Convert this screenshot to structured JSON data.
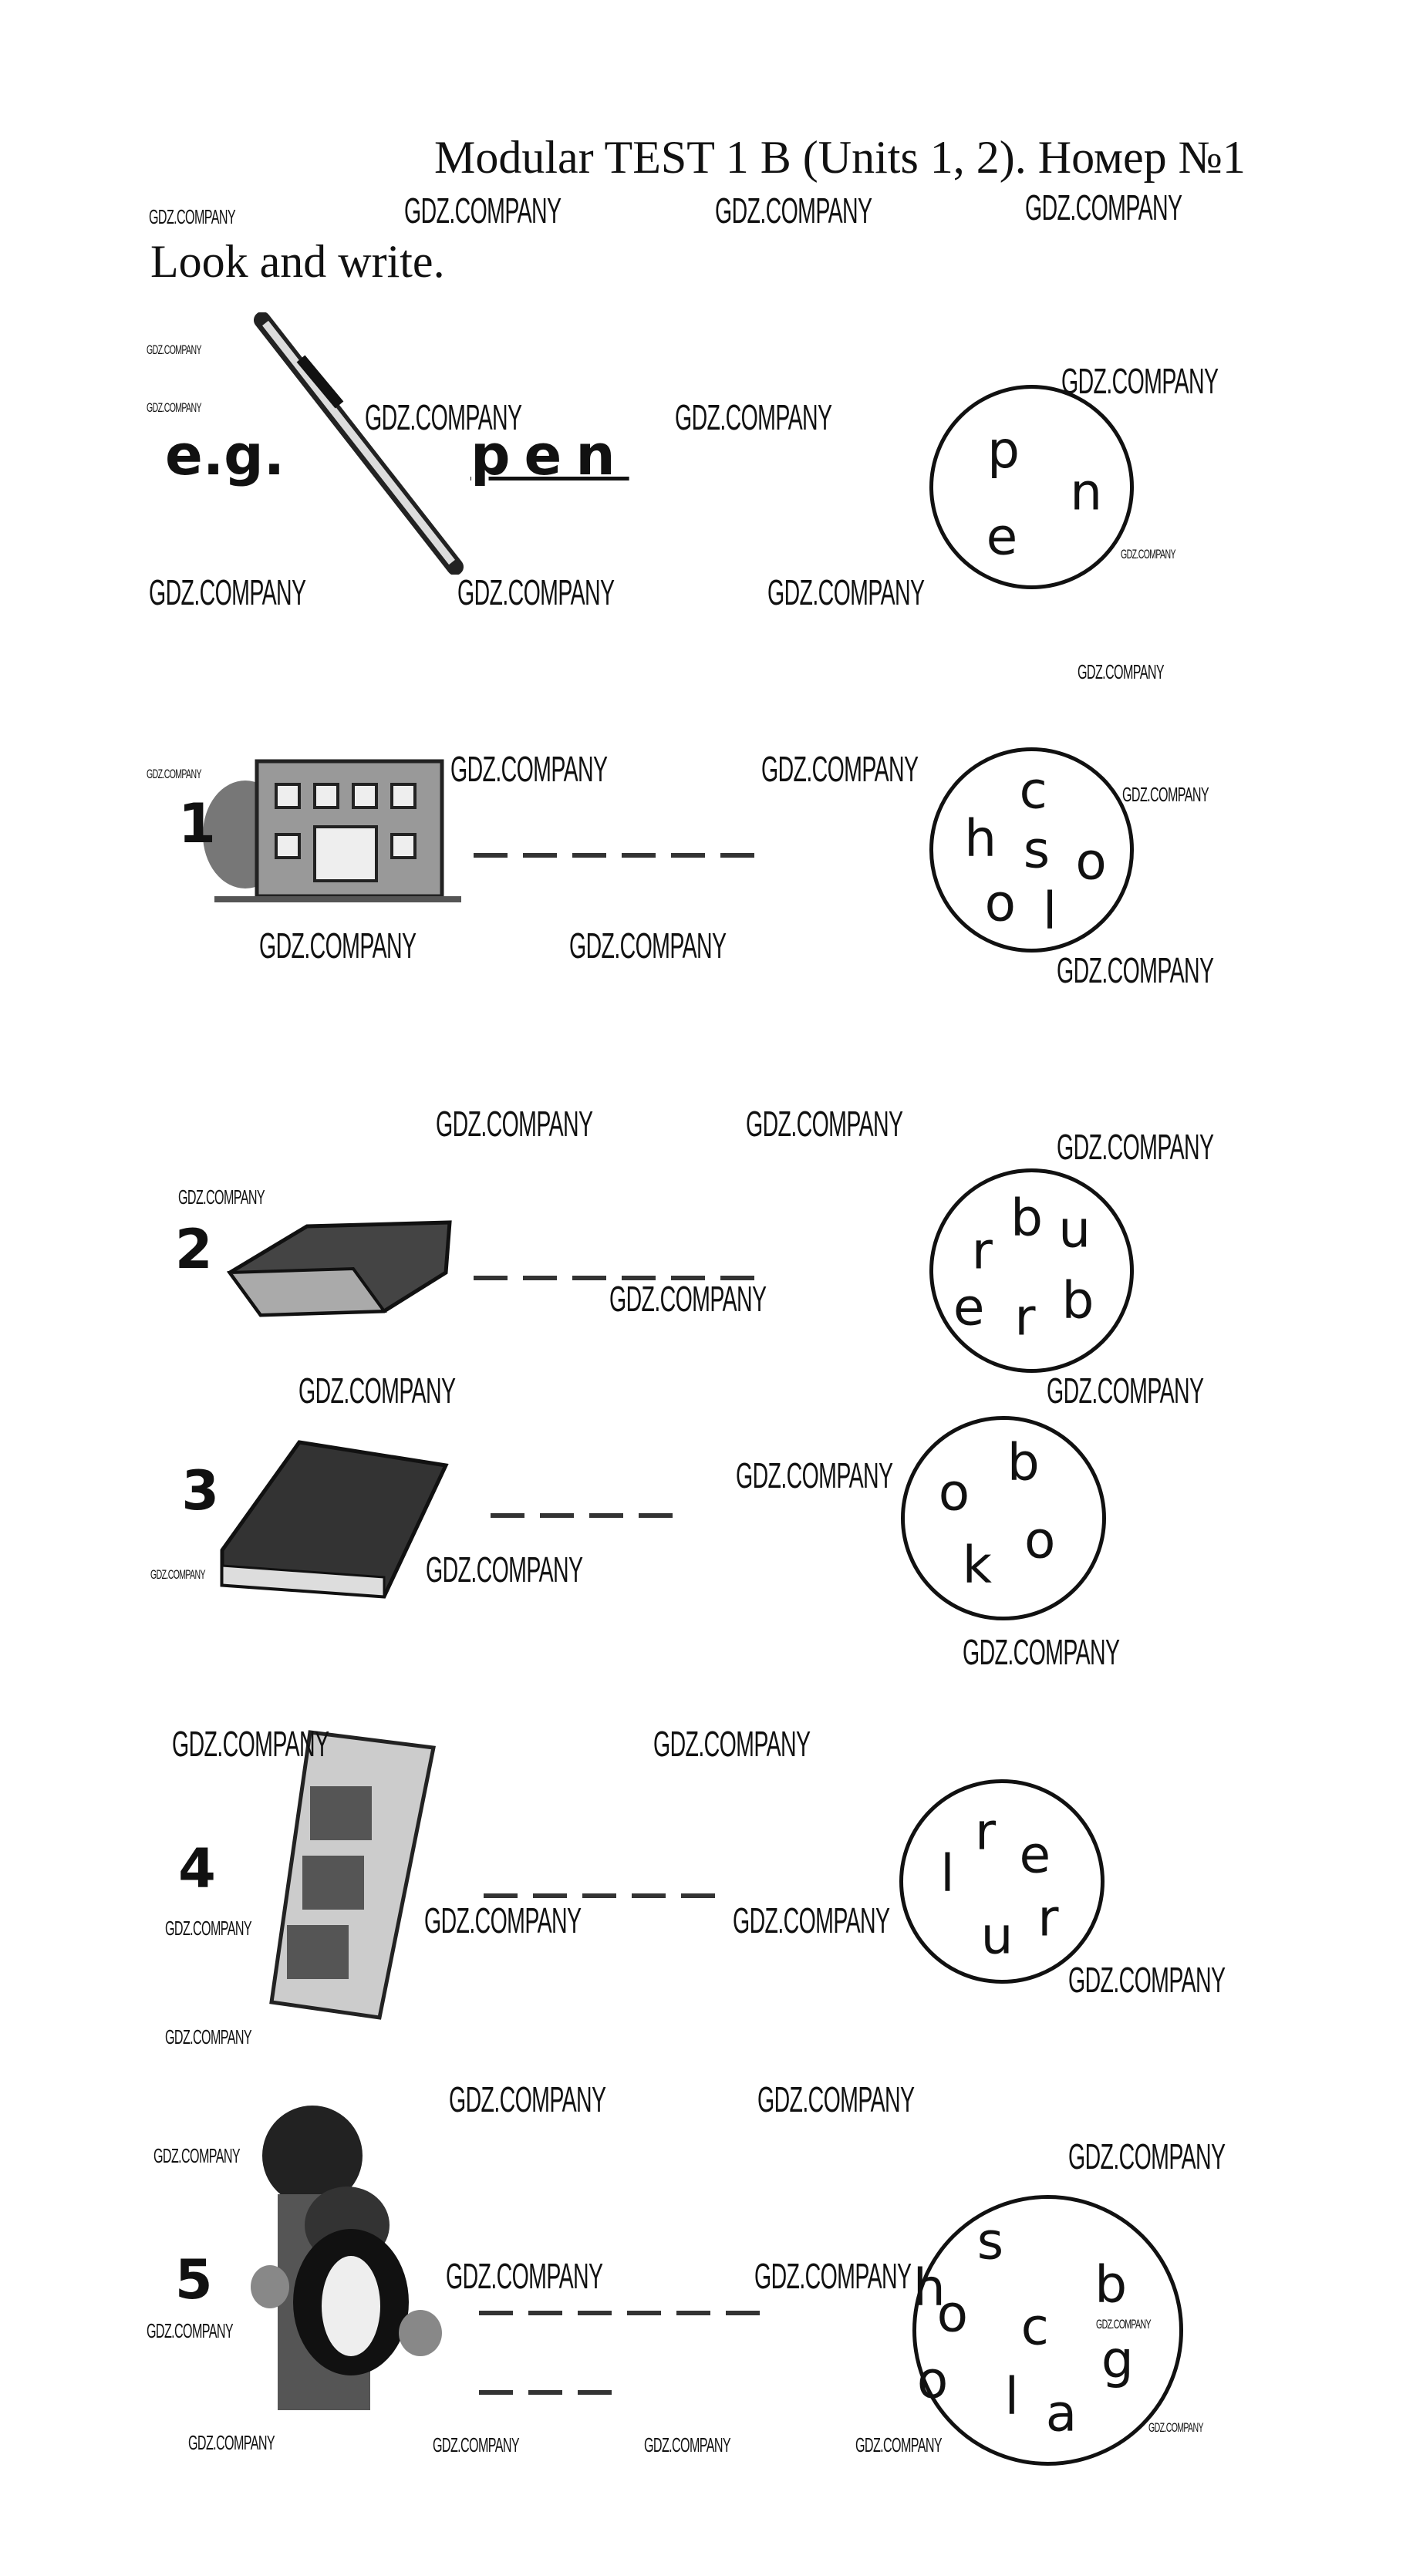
{
  "title": "Modular TEST 1 B (Units 1, 2). Номер №1",
  "instruction": "Look and write.",
  "watermark": "GDZ.COMPANY",
  "example": {
    "label": "e.g.",
    "answer": "pen",
    "letters": [
      "p",
      "n",
      "e"
    ]
  },
  "items": [
    {
      "number": "1",
      "picture": "school",
      "blanks": 6,
      "letters": [
        "c",
        "h",
        "s",
        "o",
        "o",
        "l"
      ]
    },
    {
      "number": "2",
      "picture": "rubber",
      "blanks": 6,
      "letters": [
        "b",
        "u",
        "r",
        "e",
        "r",
        "b"
      ]
    },
    {
      "number": "3",
      "picture": "book",
      "blanks": 4,
      "letters": [
        "b",
        "o",
        "o",
        "k"
      ]
    },
    {
      "number": "4",
      "picture": "ruler",
      "blanks": 5,
      "letters": [
        "r",
        "e",
        "l",
        "u",
        "r"
      ]
    },
    {
      "number": "5",
      "picture": "schoolbag",
      "blanks": 9,
      "letters": [
        "s",
        "h",
        "b",
        "o",
        "c",
        "g",
        "o",
        "l",
        "a"
      ]
    }
  ]
}
